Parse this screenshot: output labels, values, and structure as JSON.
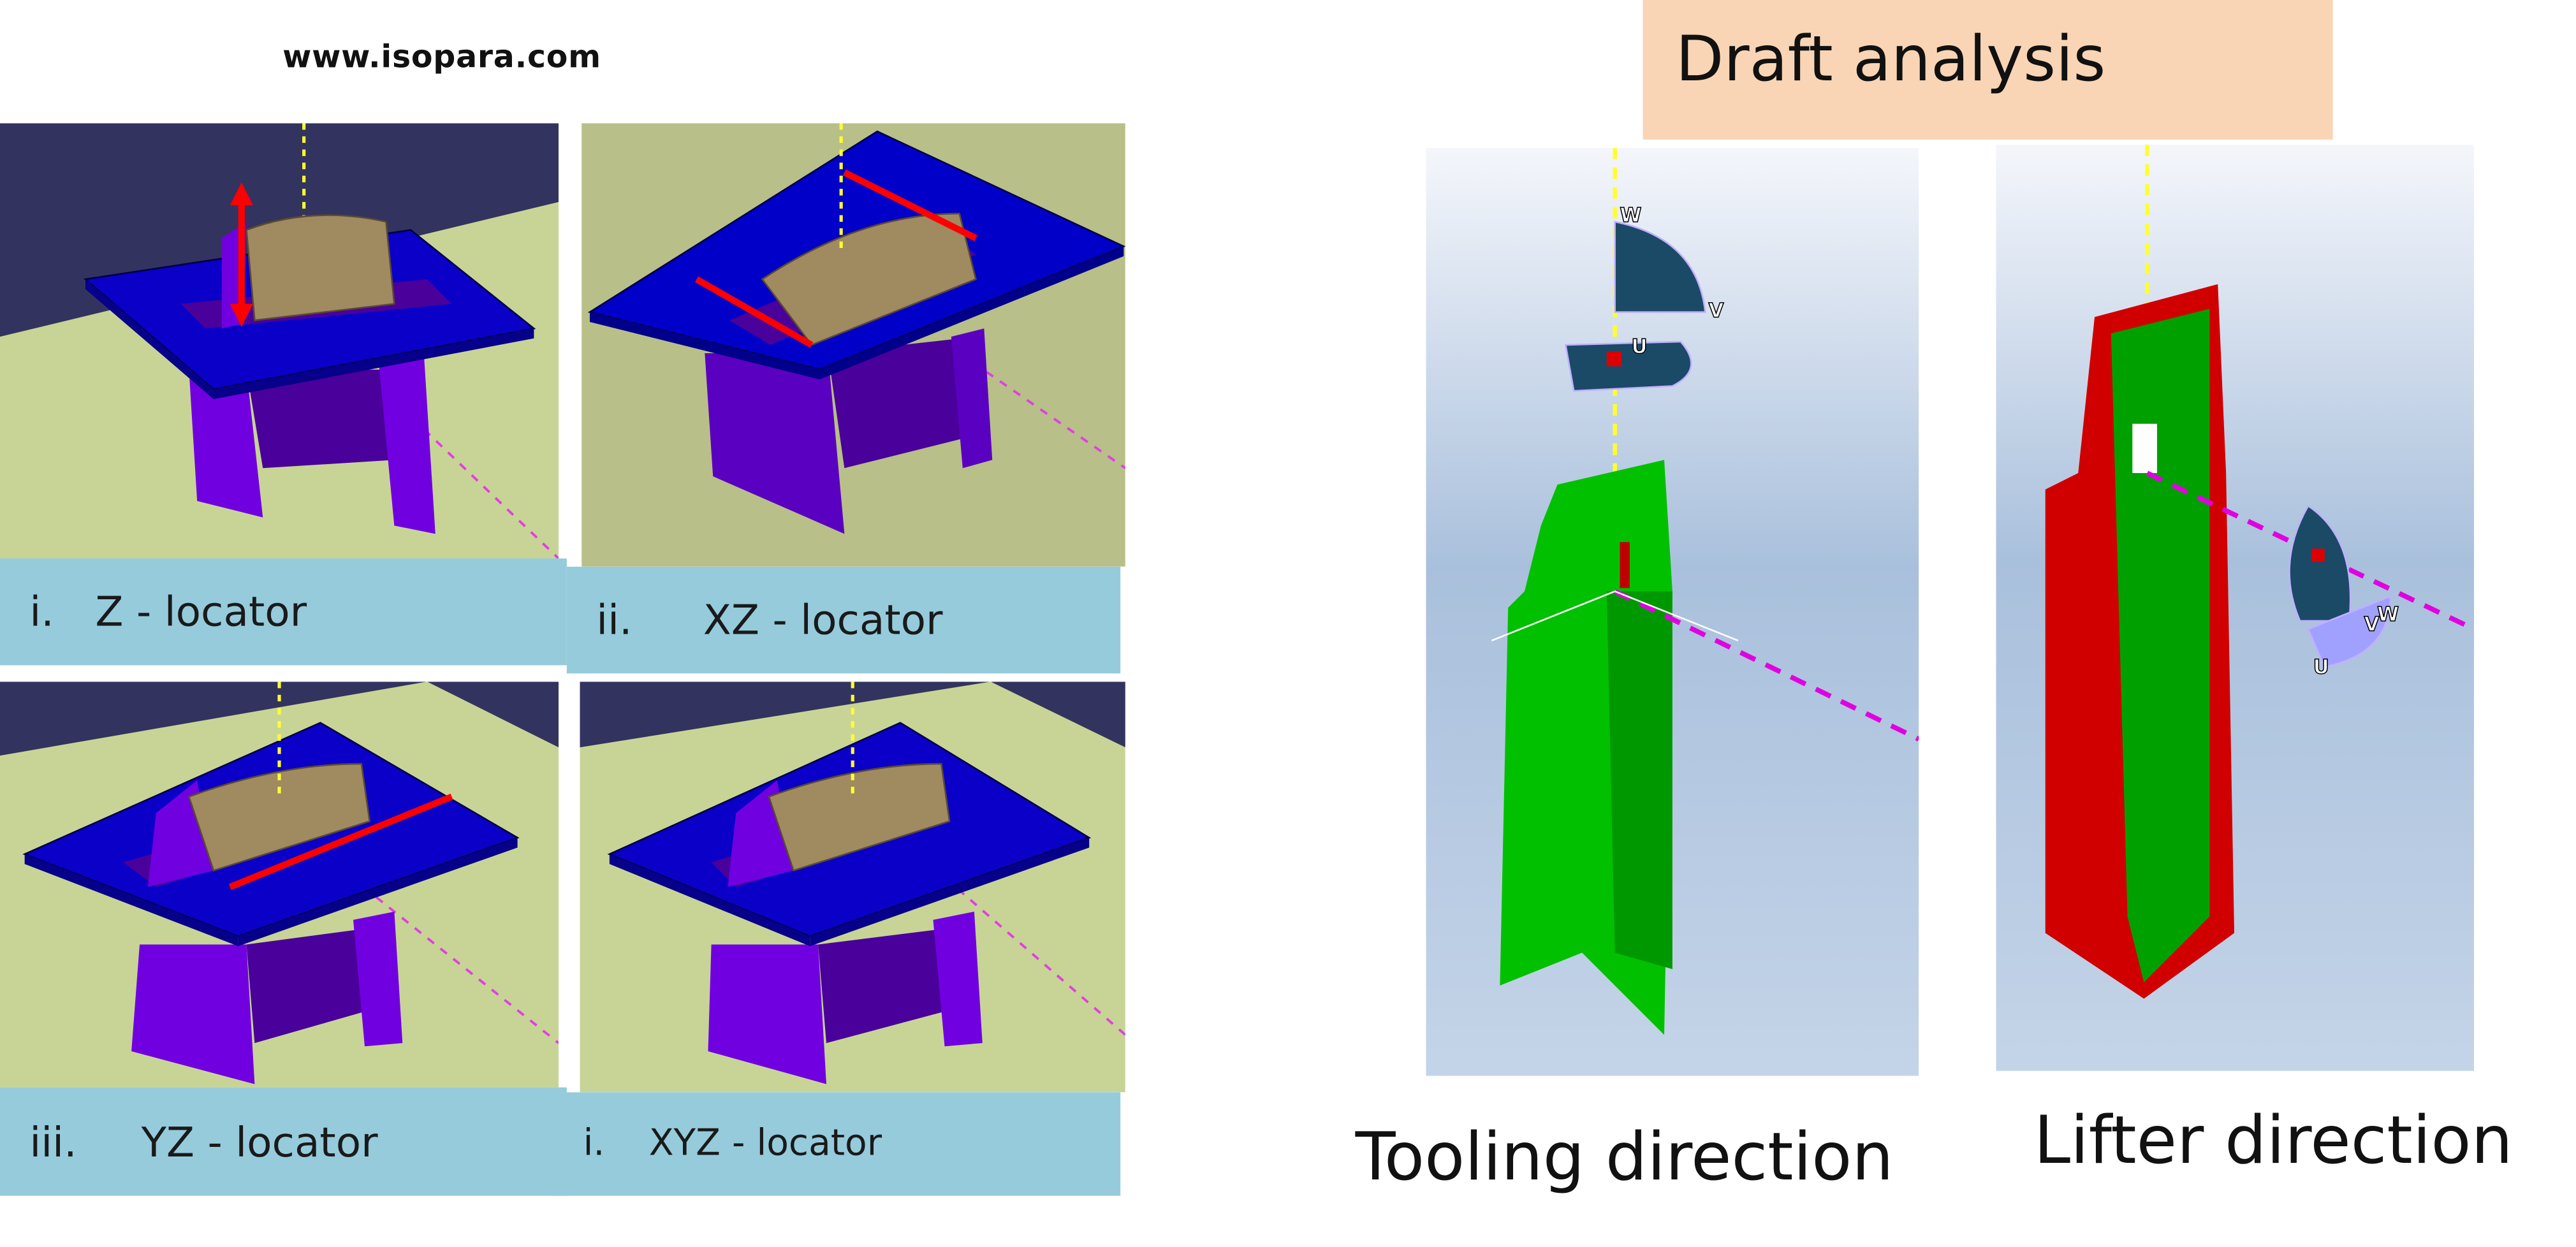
{
  "watermark": "www.isopara.com",
  "locators": [
    {
      "number": "i.",
      "label": "Z - locator"
    },
    {
      "number": "ii.",
      "label": "XZ - locator"
    },
    {
      "number": "iii.",
      "label": "YZ - locator"
    },
    {
      "number": "i.",
      "label": "XYZ - locator"
    }
  ],
  "draft": {
    "title": "Draft analysis",
    "views": [
      {
        "caption": "Tooling direction",
        "axis_labels": [
          "W",
          "V",
          "U"
        ]
      },
      {
        "caption": "Lifter direction",
        "axis_labels": [
          "W",
          "V",
          "U"
        ]
      }
    ]
  },
  "colors": {
    "caption_bg": "#96cbdc",
    "title_bg": "#f9d5b5",
    "plate": "#0a00c8",
    "body": "#5a00c0",
    "clip": "#a08a60",
    "arrow": "#ff0000",
    "draft_ok": "#00c000",
    "draft_fail": "#d00000"
  }
}
